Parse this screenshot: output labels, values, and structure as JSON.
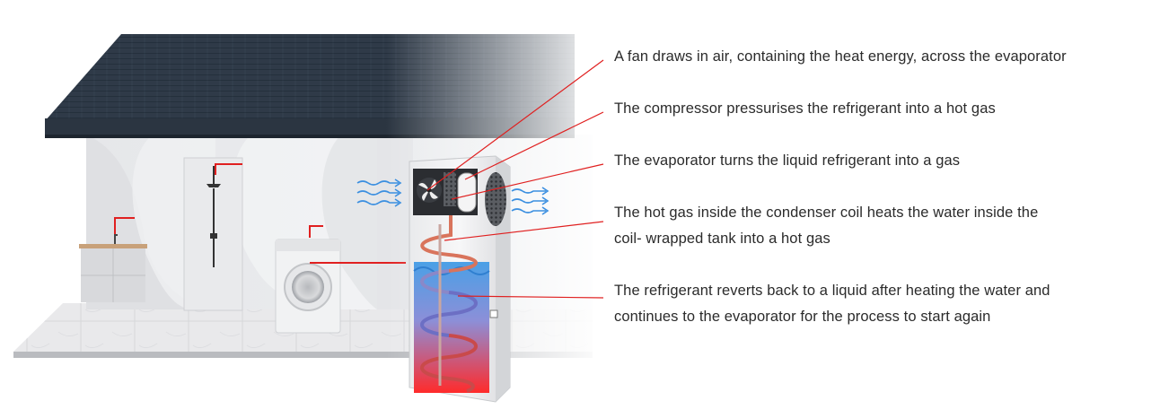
{
  "diagram": {
    "accent_color": "#e02020",
    "callouts": [
      {
        "text": "A fan draws in air, containing the heat energy, across the evaporator"
      },
      {
        "text": "The compressor pressurises the refrigerant into a hot gas"
      },
      {
        "text": "The evaporator turns the liquid refrigerant into a gas"
      },
      {
        "line1": "The hot gas inside the condenser coil heats the water inside the",
        "line2": "coil- wrapped tank into a hot gas"
      },
      {
        "line1": "The refrigerant reverts back to a liquid after heating the water and",
        "line2": "continues to the evaporator for the process to start again"
      }
    ]
  }
}
